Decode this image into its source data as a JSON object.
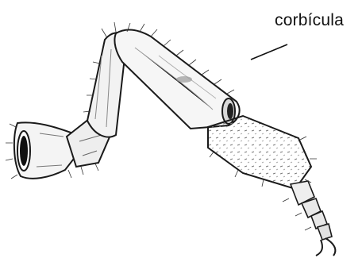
{
  "annotation": {
    "label": "corbícula"
  },
  "figure": {
    "subject": "bee-hind-leg-icon",
    "segments": [
      "coxa",
      "trochanter",
      "femur",
      "tibia",
      "basitarsus",
      "tarsal-segments",
      "claw"
    ]
  },
  "colors": {
    "ink": "#1a1a1a",
    "shade": "#8a8a8a",
    "paper": "#ffffff"
  }
}
